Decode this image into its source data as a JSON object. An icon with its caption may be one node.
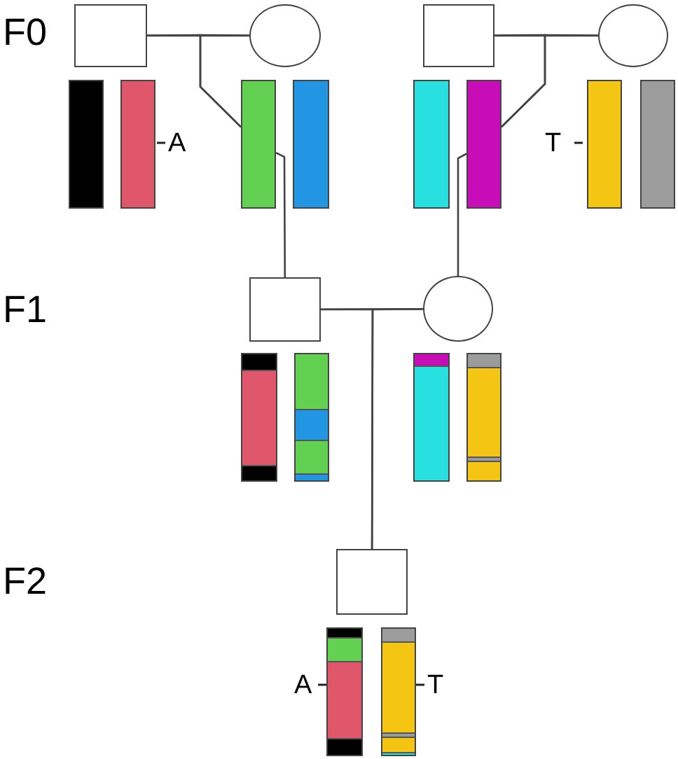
{
  "diagram": {
    "nodes": [
      {
        "text": [],
        "shape": "box"
      },
      {
        "text": [],
        "shape": "circle"
      },
      {
        "text": [],
        "shape": "box"
      },
      {
        "text": [],
        "shape": "circle"
      },
      {
        "text": [],
        "shape": "bar"
      },
      {
        "text": [],
        "shape": "bar"
      },
      {
        "text": [],
        "shape": "bar"
      },
      {
        "text": [],
        "shape": "bar"
      },
      {
        "text": [],
        "shape": "bar"
      },
      {
        "text": [],
        "shape": "bar"
      },
      {
        "text": [],
        "shape": "bar"
      },
      {
        "text": [],
        "shape": "bar"
      },
      {
        "text": [],
        "shape": "box"
      },
      {
        "text": [],
        "shape": "circle"
      },
      {
        "text": [],
        "shape": "bar"
      },
      {
        "text": [],
        "shape": "bar"
      },
      {
        "text": [],
        "shape": "bar"
      },
      {
        "text": [],
        "shape": "bar"
      },
      {
        "text": [],
        "shape": "box"
      },
      {
        "text": [],
        "shape": "bar"
      },
      {
        "text": [],
        "shape": "bar"
      }
    ],
    "edges": [
      {
        "from": 0,
        "to": 1,
        "arrow": "none"
      },
      {
        "from": 0,
        "to": 6,
        "arrow": "none"
      },
      {
        "from": 1,
        "to": 6,
        "arrow": "none"
      },
      {
        "from": 6,
        "to": 12,
        "arrow": "none"
      },
      {
        "from": 2,
        "to": 3,
        "arrow": "none"
      },
      {
        "from": 2,
        "to": 9,
        "arrow": "none"
      },
      {
        "from": 3,
        "to": 9,
        "arrow": "none"
      },
      {
        "from": 9,
        "to": 13,
        "arrow": "none"
      },
      {
        "from": 12,
        "to": 13,
        "arrow": "none"
      },
      {
        "from": 12,
        "to": 18,
        "arrow": "none"
      },
      {
        "from": 13,
        "to": 18,
        "arrow": "none"
      }
    ],
    "labels": [
      "F0",
      "A",
      "T",
      "F1",
      "F2",
      "A",
      "T"
    ]
  }
}
